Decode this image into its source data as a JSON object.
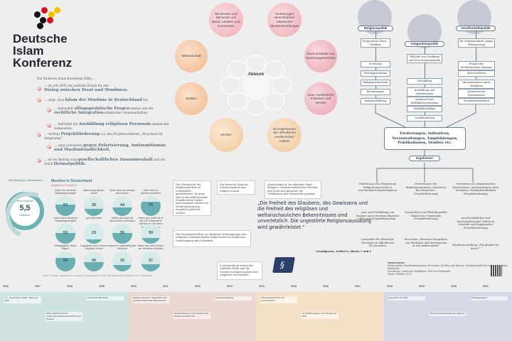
{
  "header": {
    "title_lines": [
      "Deutsche",
      "Islam",
      "Konferenz"
    ],
    "logo_colors": [
      "#111111",
      "#d5121e",
      "#f5c400"
    ]
  },
  "intro": {
    "lead_pre": "Die Deutsche Islam Konferenz (DIK) …",
    "rows": [
      {
        "pre": "… ist seit 2006 das zentrale Forum für den",
        "bold": "Dialog zwischen Staat und Muslimen."
      },
      {
        "pre": "… zeigt, dass",
        "bold": "Islam der Muslime in Deutschland",
        "post": "bei."
      },
      {
        "pre": "… behandelt",
        "bold": "alltagspraktische Fragen",
        "post": "ebenso wie die",
        "bold2": "rechtliche Integration",
        "post2": "islamischer Gemeinschaften."
      },
      {
        "pre": "… befördert die",
        "bold": "Ausbildung religiösen Personals",
        "post": "islamischer Gemeinden."
      },
      {
        "pre": "… verfolgt",
        "bold": "Projektförderung",
        "post": "u.a. des Projektvorhabens „Moscheen für Integration“."
      },
      {
        "pre": "… setzt präventive",
        "bold": "gegen Polarisierung, Antisemitismus und Muslimfeindlichkeit."
      },
      {
        "pre": "… ist ein Beitrag zum",
        "bold": "gesellschaftlichen Zusammenhalt",
        "post": "und ein Stück",
        "bold2": "Heimatpolitik."
      }
    ]
  },
  "actors": {
    "center": "Akteure",
    "items": [
      "Ministerien und Behörden von Bund, Ländern und Kommunen",
      "Vertretungen verschiedener islamischer Glaubensrichtungen",
      "Wissenschaft",
      "Dachverbände von Moscheegemeinden",
      "Medien",
      "neue muslimische Initiativen und Vereine",
      "Kirchen",
      "Einzelpersonen des öffentlichen muslimischen Lebens"
    ]
  },
  "tree": {
    "columns": [
      {
        "heading": "Religionspolitik",
        "sub": "Kooperation Staat – Muslime",
        "items": [
          "Seelsorge",
          "Theologiestudium",
          "Religionsunterricht",
          "Bestattungen",
          "Imamausbildung"
        ]
      },
      {
        "heading": "Integrationspolitik",
        "sub": "Teilhabe von Muslimen und Moscheegemeinden",
        "items": [
          "Schulalltag",
          "Ausbildung und Arbeitsmarkt",
          "Austausch mit Wohlfahrtsverbänden",
          "Wohlfahrtspflege",
          "Sozialberatung"
        ]
      },
      {
        "heading": "Gesellschaftspolitik",
        "sub": "für Zusammenhalt, gegen Polarisierung",
        "items": [
          "Fragen des Rechtsfriedens Muslime",
          "Moscheeleben",
          "Antisemitismus unter Muslimen",
          "islamistischer Extremismus",
          "Muslimfeindlichkeit"
        ]
      }
    ],
    "central_box": "Förderungen, Initiativen, Veranstaltungen, Empfehlungen, Publikationen, Studien etc.",
    "results_label": "Ergebnisse",
    "results": [
      "Einführung von islamischem Religionsunterricht in verschiedenen Bundesländern",
      "Förderansatz des Bundesprogramms „Moscheen für Integration“ (Projektförderung)",
      "Prävention von islamistischem Extremismus, Antisemitismus unter Muslimen, Muslimfeindlichkeit (Projektförderung)",
      "Aus- und Fortbildung von Imamen und weiterem religiösen Personal (Projektförderung)",
      "Sozialarbeit und Flüchtlingshilfe islamischer Gemeinden (Projektförderung)",
      "gesellschaftlicher und innermuslimischer Dialog zu Identität und Engagement (Projektförderung)",
      "Lehrstühle für islamische Theologie an öffentlichen Hochschulen",
      "Broschüre „Besserer Integration von Muslimen und Musliminnen in den Arbeitsmarkt“",
      "Wanderausstellung „Wie glaubst Du denn?!“"
    ]
  },
  "stats": {
    "pop_label": "Bevölkerung in Deutschland",
    "circle_label": "davon Muslime",
    "circle_value": "5,5",
    "circle_unit": "Millionen",
    "title": "Muslime in Deutschland",
    "subtitle": "Angaben in Prozent %",
    "rows": [
      [
        {
          "value": "57",
          "fill": 57,
          "text": "haben die deutsche Staatsangehörigkeit"
        },
        {
          "value": "35",
          "fill": 35,
          "text": "haben lange gelebt / Arbeit"
        },
        {
          "value": "44",
          "fill": 44,
          "text": "fühlen sich am ehesten als Deutsch"
        },
        {
          "value": "70",
          "fill": 70,
          "text": "halten sich an Speisevorschriften"
        }
      ],
      [
        {
          "value": "53",
          "fill": 53,
          "text": "haben keine deutsche Staatsangehörigkeit"
        },
        {
          "value": "23",
          "fill": 23,
          "text": "gut befreundet"
        },
        {
          "value": "55",
          "fill": 55,
          "text": "fühlen sich stark mit Deutschland verbunden"
        },
        {
          "value": "30",
          "fill": 30,
          "text": "fühlen sich durch die in der DIK entstandene Verbindung mit einem Verband vertreten"
        }
      ],
      [
        {
          "value": "69",
          "fill": 69,
          "text": "Freitagsgebet: beten täglich"
        },
        {
          "value": "45",
          "fill": 45,
          "text": "engagieren sich in einem religiösen Verein"
        },
        {
          "value": "32",
          "fill": 32,
          "text": "besuchen regelmäßig eine Moschee"
        },
        {
          "value": "37",
          "fill": 37,
          "text": "fühlen sich durch keinen der Verbände vertreten"
        }
      ]
    ],
    "source": "Quelle: Studie „Muslimisches Leben in Deutschland 2020“, Bundesamt für Migration und Flüchtlinge"
  },
  "boxes": [
    "Das Grundrecht der Religionsfreiheit ist vorbehaltlos gewährleistet. Es muss jedoch mit kollidierenden Grundrechten Dritter und sonstigen Gütern von Verfassungsrang in Ausgleich gebracht werden.",
    "Der deutsche Staat ist weltanschaulich und religiös neutral.",
    "Deutschland ist ein säkularer Staat. Religiöse Gemeinschaften bzw. Kirchen und Staat sind getrennt, die Verhältnisse aber kooperativ geprägt.",
    "Der Zusammenschluss zu religiösen Vereinigungen oder religiösen Gemeinschaften bedarf nicht der staatlichen Genehmigung oder Erlaubnis.",
    "In Deutschland stehen das weltliche Recht und die Gesetze uneingeschränkt über religiösen Vorschriften."
  ],
  "quote": {
    "text": "„Die Freiheit des Glaubens, des Gewissens und die Freiheit des religiösen und weltanschaulichen Bekenntnisses sind unverletzlich. Die ungestörte Religionsausübung wird gewährleistet.“",
    "source": "Grundgesetz, Artikel 4, Absatz 1 und 2"
  },
  "imprint": {
    "title": "Impressum",
    "lines": [
      "Herausgeber: Bundesministerium des Innern, für Bau und Heimat, Geschäftsstelle der Deutschen Islam Konferenz",
      "Gestaltung: Lukas Abt, Redaktion: DIK Geschäftsstelle",
      "Stand: Oktober 2020"
    ]
  },
  "timeline": {
    "years": [
      "2006",
      "2007",
      "2008",
      "2009",
      "2010",
      "2011",
      "2012",
      "2013",
      "2014",
      "2015",
      "2016",
      "2017",
      "2018",
      "2019",
      "2020",
      "2021"
    ],
    "segments": [
      {
        "color": "#cfe3e1",
        "items": [
          "27. September 2006: Start der DIK",
          "DIK befasst sich mit religionsverfassungsrechtlichen Fragen",
          "Zwischen-Resümee"
        ]
      },
      {
        "color": "#e9d8d2",
        "items": [
          "Islamkonferenz: Integration als gesellschaftliches Miteinander",
          "Empfehlungen zum islamischen Religionsunterricht",
          "Imamausbildung"
        ]
      },
      {
        "color": "#f4e0c6",
        "items": [
          "Präventionsarbeit mit Jugendlichen",
          "Wohlfahrtspflege als Thema der DIK"
        ]
      },
      {
        "color": "#d5d8e6",
        "items": [
          "Neustart der DIK",
          "Moscheegemeinden als Akteure",
          "Fachtagungen"
        ]
      }
    ]
  }
}
